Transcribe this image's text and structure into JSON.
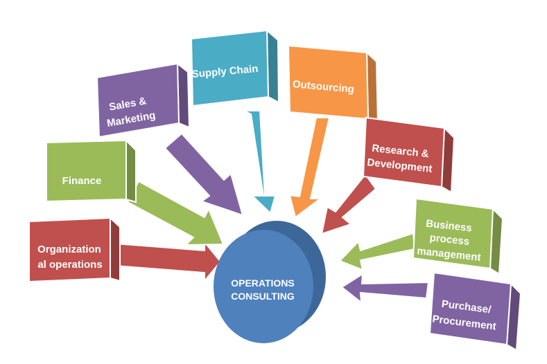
{
  "hub": {
    "lines": [
      "OPERATIONS",
      "CONSULTING"
    ],
    "color": "#4f81bd"
  },
  "nodes": [
    {
      "id": "organizational-operations",
      "lines": [
        "Organization",
        "al operations"
      ],
      "color": "#c0504d"
    },
    {
      "id": "finance",
      "lines": [
        "Finance"
      ],
      "color": "#9bbb59"
    },
    {
      "id": "sales-marketing",
      "lines": [
        "Sales &",
        "Marketing"
      ],
      "color": "#8064a2"
    },
    {
      "id": "supply-chain",
      "lines": [
        "Supply Chain"
      ],
      "color": "#4bacc6"
    },
    {
      "id": "outsourcing",
      "lines": [
        "Outsourcing"
      ],
      "color": "#f79646"
    },
    {
      "id": "research-development",
      "lines": [
        "Research &",
        "Development"
      ],
      "color": "#c0504d"
    },
    {
      "id": "business-process-management",
      "lines": [
        "Business",
        "process",
        "management"
      ],
      "color": "#9bbb59"
    },
    {
      "id": "purchase-procurement",
      "lines": [
        "Purchase/",
        "Procurement"
      ],
      "color": "#8064a2"
    }
  ]
}
